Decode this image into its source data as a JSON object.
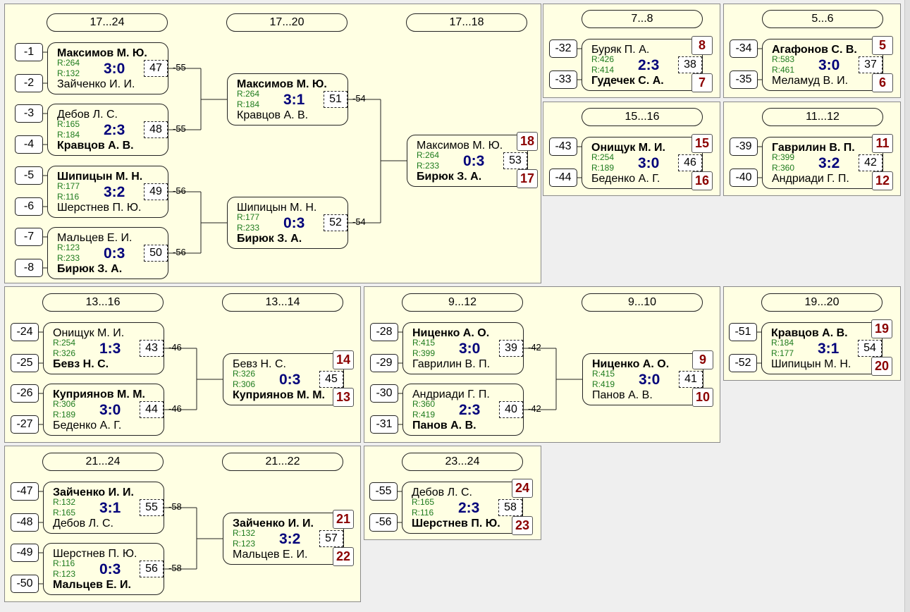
{
  "panels": [
    {
      "title": "17...24 / 17...20 / 17...18",
      "headers": [
        "17...24",
        "17...20",
        "17...18"
      ],
      "matches": [
        {
          "id": 47,
          "p1": "Максимов М. Ю.",
          "p2": "Зайченко И. И.",
          "r1": "R:264",
          "r2": "R:132",
          "score": "3:0",
          "win": 1,
          "src1": "-1",
          "src2": "-2",
          "dst": "-55"
        },
        {
          "id": 48,
          "p1": "Дебов Л. С.",
          "p2": "Кравцов А. В.",
          "r1": "R:165",
          "r2": "R:184",
          "score": "2:3",
          "win": 2,
          "src1": "-3",
          "src2": "-4",
          "dst": "-55"
        },
        {
          "id": 49,
          "p1": "Шипицын М. Н.",
          "p2": "Шерстнев П. Ю.",
          "r1": "R:177",
          "r2": "R:116",
          "score": "3:2",
          "win": 1,
          "src1": "-5",
          "src2": "-6",
          "dst": "-56"
        },
        {
          "id": 50,
          "p1": "Мальцев Е. И.",
          "p2": "Бирюк З. А.",
          "r1": "R:123",
          "r2": "R:233",
          "score": "0:3",
          "win": 2,
          "src1": "-7",
          "src2": "-8",
          "dst": "-56"
        },
        {
          "id": 51,
          "p1": "Максимов М. Ю.",
          "p2": "Кравцов А. В.",
          "r1": "R:264",
          "r2": "R:184",
          "score": "3:1",
          "win": 1,
          "dst": "-54"
        },
        {
          "id": 52,
          "p1": "Шипицын М. Н.",
          "p2": "Бирюк З. А.",
          "r1": "R:177",
          "r2": "R:233",
          "score": "0:3",
          "win": 2,
          "dst": "-54"
        },
        {
          "id": 53,
          "p1": "Максимов М. Ю.",
          "p2": "Бирюк З. А.",
          "r1": "R:264",
          "r2": "R:233",
          "score": "0:3",
          "win": 2,
          "place1": "18",
          "place2": "17"
        }
      ]
    },
    {
      "headers": [
        "7...8"
      ],
      "matches": [
        {
          "id": 38,
          "p1": "Буряк П. А.",
          "p2": "Гудечек С. А.",
          "r1": "R:426",
          "r2": "R:414",
          "score": "2:3",
          "win": 2,
          "src1": "-32",
          "src2": "-33",
          "place1": "8",
          "place2": "7"
        }
      ]
    },
    {
      "headers": [
        "5...6"
      ],
      "matches": [
        {
          "id": 37,
          "p1": "Агафонов С. В.",
          "p2": "Меламуд В. И.",
          "r1": "R:583",
          "r2": "R:461",
          "score": "3:0",
          "win": 1,
          "src1": "-34",
          "src2": "-35",
          "place1": "5",
          "place2": "6"
        }
      ]
    },
    {
      "headers": [
        "15...16"
      ],
      "matches": [
        {
          "id": 46,
          "p1": "Онищук М. И.",
          "p2": "Беденко А. Г.",
          "r1": "R:254",
          "r2": "R:189",
          "score": "3:0",
          "win": 1,
          "src1": "-43",
          "src2": "-44",
          "place1": "15",
          "place2": "16"
        }
      ]
    },
    {
      "headers": [
        "11...12"
      ],
      "matches": [
        {
          "id": 42,
          "p1": "Гаврилин В. П.",
          "p2": "Андриади Г. П.",
          "r1": "R:399",
          "r2": "R:360",
          "score": "3:2",
          "win": 1,
          "src1": "-39",
          "src2": "-40",
          "place1": "11",
          "place2": "12"
        }
      ]
    },
    {
      "headers": [
        "13...16",
        "13...14"
      ],
      "matches": [
        {
          "id": 43,
          "p1": "Онищук М. И.",
          "p2": "Бевз Н. С.",
          "r1": "R:254",
          "r2": "R:326",
          "score": "1:3",
          "win": 2,
          "src1": "-24",
          "src2": "-25",
          "dst": "-46"
        },
        {
          "id": 44,
          "p1": "Куприянов М. М.",
          "p2": "Беденко А. Г.",
          "r1": "R:306",
          "r2": "R:189",
          "score": "3:0",
          "win": 1,
          "src1": "-26",
          "src2": "-27",
          "dst": "-46"
        },
        {
          "id": 45,
          "p1": "Бевз Н. С.",
          "p2": "Куприянов М. М.",
          "r1": "R:326",
          "r2": "R:306",
          "score": "0:3",
          "win": 2,
          "place1": "14",
          "place2": "13"
        }
      ]
    },
    {
      "headers": [
        "9...12",
        "9...10"
      ],
      "matches": [
        {
          "id": 39,
          "p1": "Ниценко А. О.",
          "p2": "Гаврилин В. П.",
          "r1": "R:415",
          "r2": "R:399",
          "score": "3:0",
          "win": 1,
          "src1": "-28",
          "src2": "-29",
          "dst": "-42"
        },
        {
          "id": 40,
          "p1": "Андриади Г. П.",
          "p2": "Панов А. В.",
          "r1": "R:360",
          "r2": "R:419",
          "score": "2:3",
          "win": 2,
          "src1": "-30",
          "src2": "-31",
          "dst": "-42"
        },
        {
          "id": 41,
          "p1": "Ниценко А. О.",
          "p2": "Панов А. В.",
          "r1": "R:415",
          "r2": "R:419",
          "score": "3:0",
          "win": 1,
          "place1": "9",
          "place2": "10"
        }
      ]
    },
    {
      "headers": [
        "19...20"
      ],
      "matches": [
        {
          "id": 54,
          "p1": "Кравцов А. В.",
          "p2": "Шипицын М. Н.",
          "r1": "R:184",
          "r2": "R:177",
          "score": "3:1",
          "win": 1,
          "src1": "-51",
          "src2": "-52",
          "place1": "19",
          "place2": "20"
        }
      ]
    },
    {
      "headers": [
        "21...24",
        "21...22"
      ],
      "matches": [
        {
          "id": 55,
          "p1": "Зайченко И. И.",
          "p2": "Дебов Л. С.",
          "r1": "R:132",
          "r2": "R:165",
          "score": "3:1",
          "win": 1,
          "src1": "-47",
          "src2": "-48",
          "dst": "-58"
        },
        {
          "id": 56,
          "p1": "Шерстнев П. Ю.",
          "p2": "Мальцев Е. И.",
          "r1": "R:116",
          "r2": "R:123",
          "score": "0:3",
          "win": 2,
          "src1": "-49",
          "src2": "-50",
          "dst": "-58"
        },
        {
          "id": 57,
          "p1": "Зайченко И. И.",
          "p2": "Мальцев Е. И.",
          "r1": "R:132",
          "r2": "R:123",
          "score": "3:2",
          "win": 1,
          "place1": "21",
          "place2": "22"
        }
      ]
    },
    {
      "headers": [
        "23...24"
      ],
      "matches": [
        {
          "id": 58,
          "p1": "Дебов Л. С.",
          "p2": "Шерстнев П. Ю.",
          "r1": "R:165",
          "r2": "R:116",
          "score": "2:3",
          "win": 2,
          "src1": "-55",
          "src2": "-56",
          "place1": "24",
          "place2": "23"
        }
      ]
    }
  ],
  "colors": {
    "background": "#ffffe3",
    "score": "#00007a",
    "rating": "#1e7b1e",
    "place": "#8b0000"
  }
}
